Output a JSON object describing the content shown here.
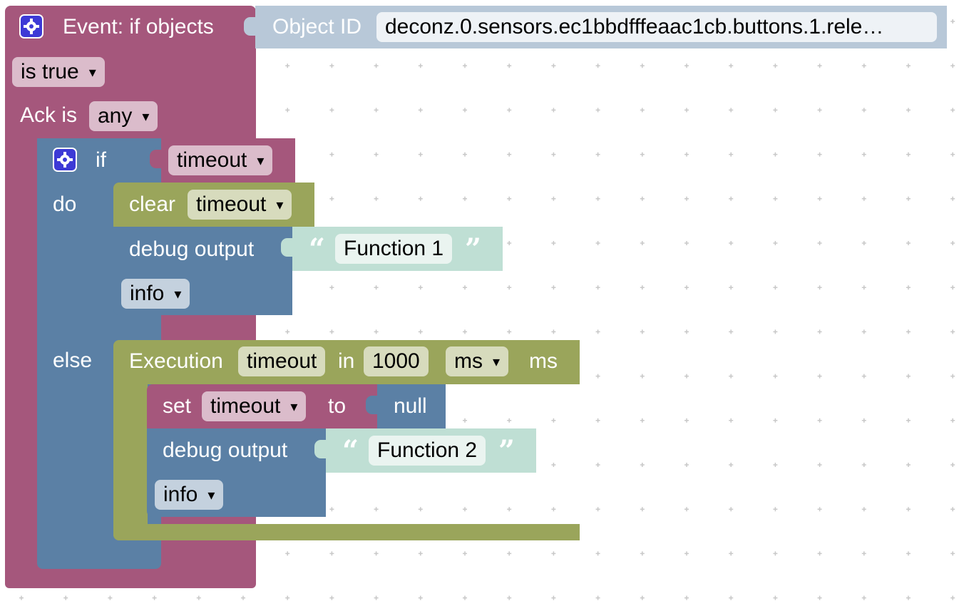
{
  "event_block": {
    "title": "Event: if objects",
    "object_id_label": "Object ID",
    "object_id_value": "deconz.0.sensors.ec1bbdfffeaac1cb.buttons.1.rele…",
    "condition_value": "is true",
    "ack_label": "Ack is",
    "ack_value": "any"
  },
  "if_block": {
    "if_label": "if",
    "condition_variable": "timeout",
    "do_label": "do",
    "else_label": "else"
  },
  "clear_block": {
    "label": "clear",
    "variable": "timeout"
  },
  "debug1": {
    "label": "debug output",
    "text": "Function 1",
    "level": "info"
  },
  "execution_block": {
    "label": "Execution",
    "name": "timeout",
    "in_label": "in",
    "delay": "1000",
    "unit_select": "ms",
    "unit_label": "ms"
  },
  "set_block": {
    "label": "set",
    "variable": "timeout",
    "to_label": "to",
    "value": "null"
  },
  "debug2": {
    "label": "debug output",
    "text": "Function 2",
    "level": "info"
  },
  "colors": {
    "event": "#a5577c",
    "logic": "#5b80a5",
    "timeout": "#9aa55b",
    "text": "#bfdfd4",
    "object_id": "#b8c8d8"
  }
}
